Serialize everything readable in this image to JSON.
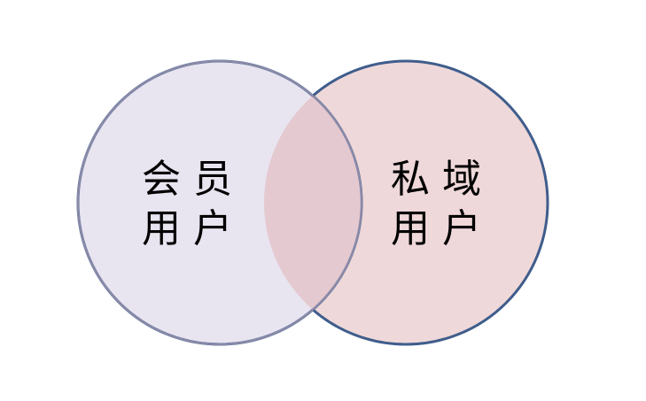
{
  "diagram": {
    "type": "venn",
    "sets": [
      {
        "name": "left-set",
        "line1": "会 员",
        "line2": "用 户",
        "fill": "#e8e4f0",
        "stroke": "#3f5d8c"
      },
      {
        "name": "right-set",
        "line1": "私 域",
        "line2": "用 户",
        "fill": "#efd8d9",
        "stroke": "#3f5d8c"
      }
    ],
    "overlap_fill": "#e5c9d0"
  }
}
